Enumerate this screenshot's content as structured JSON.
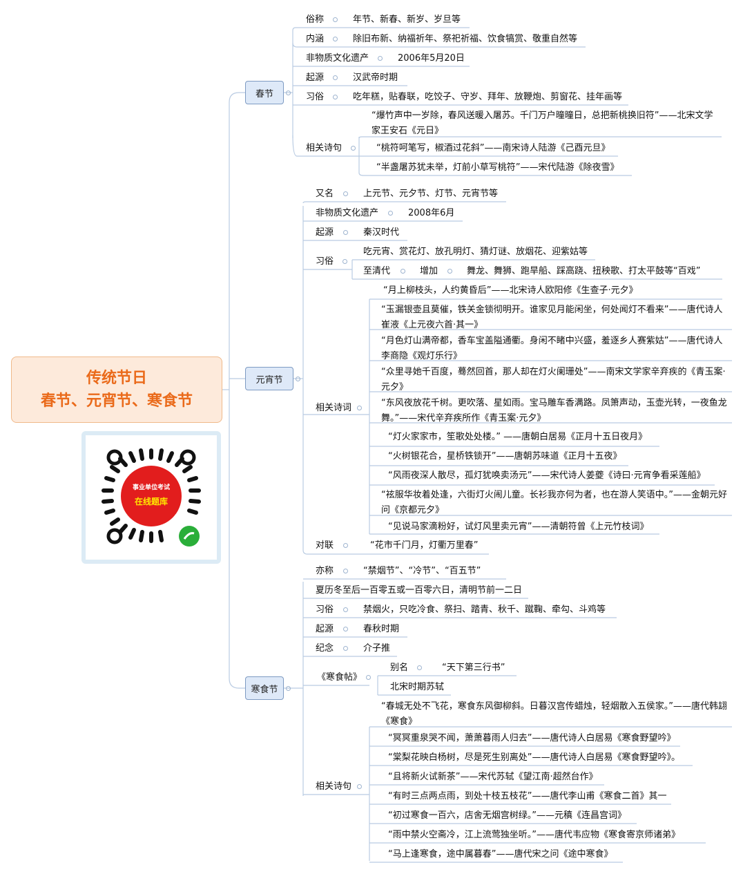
{
  "root": {
    "line1": "传统节日",
    "line2": "春节、元宵节、寒食节"
  },
  "qr": {
    "line1": "事业单位考试",
    "line2": "在线题库"
  },
  "spring": {
    "title": "春节",
    "alias_label": "俗称",
    "alias_value": "年节、新春、新岁、岁旦等",
    "meaning_label": "内涵",
    "meaning_value": "除旧布新、纳福祈年、祭祀祈福、饮食犒赏、敬重自然等",
    "heritage_label": "非物质文化遗产",
    "heritage_value": "2006年5月20日",
    "origin_label": "起源",
    "origin_value": "汉武帝时期",
    "custom_label": "习俗",
    "custom_value": "吃年糕，贴春联，吃饺子、守岁、拜年、放鞭炮、剪窗花、挂年画等",
    "poem_label": "相关诗句",
    "poems": [
      "“爆竹声中一岁除，春风送暖入屠苏。千门万户曈曈日，总把新桃换旧符”——北宋文学家王安石《元日》",
      "“桃符呵笔写，椒酒过花斜”——南宋诗人陆游《己酉元旦》",
      "“半盏屠苏犹未举，灯前小草写桃符”——宋代陆游《除夜雪》"
    ]
  },
  "lantern": {
    "title": "元宵节",
    "alias_label": "又名",
    "alias_value": "上元节、元夕节、灯节、元宵节等",
    "heritage_label": "非物质文化遗产",
    "heritage_value": "2008年6月",
    "origin_label": "起源",
    "origin_value": "秦汉时代",
    "custom_label": "习俗",
    "custom_value": "吃元宵、赏花灯、放孔明灯、猜灯谜、放烟花、迎紫姑等",
    "qing_label": "至清代",
    "add_label": "增加",
    "add_value": "舞龙、舞狮、跑旱船、踩高跷、扭秧歌、打太平鼓等“百戏”",
    "poem_label": "相关诗词",
    "poems": [
      "“月上柳枝头，人约黄昏后”——北宋诗人欧阳修《生查子·元夕》",
      "“玉漏银壶且莫催，铁关金锁彻明开。谁家见月能闲坐，何处闻灯不看来”——唐代诗人崔液《上元夜六首·其一》",
      "“月色灯山满帝都，香车宝盖隘通衢。身闲不睹中兴盛，羞逐乡人赛紫姑”——唐代诗人李商隐《观灯乐行》",
      "“众里寻她千百度，蓦然回首，那人却在灯火阑珊处”——南宋文学家辛弃疾的《青玉案·元夕》",
      "“东风夜放花千树。更吹落、星如雨。宝马雕车香满路。凤箫声动，玉壶光转，一夜鱼龙舞。”——宋代辛弃疾所作《青玉案·元夕》",
      "“灯火家家市，笙歌处处楼。” ——唐朝白居易《正月十五日夜月》",
      "“火树银花合，星桥铁锁开”——唐朝苏味道《正月十五夜》",
      "“风雨夜深人散尽，孤灯犹唤卖汤元”——宋代诗人姜夔《诗曰·元宵争看采莲船》",
      "“袨服华妆着处逢，六街灯火闹儿童。长衫我亦何为者，也在游人笑语中。”——金朝元好问《京都元夕》",
      "“见说马家滴粉好，试灯风里卖元宵”——清朝符曾《上元竹枝词》"
    ],
    "couplet_label": "对联",
    "couplet_value": "“花市千门月，灯衢万里春”"
  },
  "cold": {
    "title": "寒食节",
    "alias_label": "亦称",
    "alias_value": "“禁烟节”、“冷节”、“百五节”",
    "date_text": "夏历冬至后一百零五或一百零六日，清明节前一二日",
    "custom_label": "习俗",
    "custom_value": "禁烟火，只吃冷食、祭扫、踏青、秋千、蹴鞠、牵勾、斗鸡等",
    "origin_label": "起源",
    "origin_value": "春秋时期",
    "memorial_label": "纪念",
    "memorial_value": "介子推",
    "tie_label": "《寒食帖》",
    "tie_alias_label": "别名",
    "tie_alias_value": "“天下第三行书”",
    "tie_author": "北宋时期苏轼",
    "poem_label": "相关诗句",
    "poems": [
      "“春城无处不飞花，寒食东风御柳斜。日暮汉宫传蜡烛，轻烟散入五侯家。”——唐代韩翃《寒食》",
      "“冥冥重泉哭不闻，萧萧暮雨人归去”——唐代诗人白居易《寒食野望吟》",
      "“棠梨花映白杨树，尽是死生别离处”——唐代诗人白居易《寒食野望吟》。",
      "“且将新火试新茶”——宋代苏轼《望江南·超然台作》",
      "“有时三点两点雨，到处十枝五枝花”——唐代李山甫《寒食二首》其一",
      "“初过寒食一百六，店舍无烟宫树绿。”——元稹《连昌宫词》",
      "“雨中禁火空斋冷，江上流莺独坐听。”——唐代韦应物《寒食寄京师诸弟》",
      "“马上逢寒食，途中属暮春”——唐代宋之问《途中寒食》"
    ]
  },
  "colors": {
    "accent": "#ea6a1a",
    "branch_fill": "#dee9f8",
    "branch_border": "#7d9ac2",
    "line": "#b9cbe2"
  }
}
